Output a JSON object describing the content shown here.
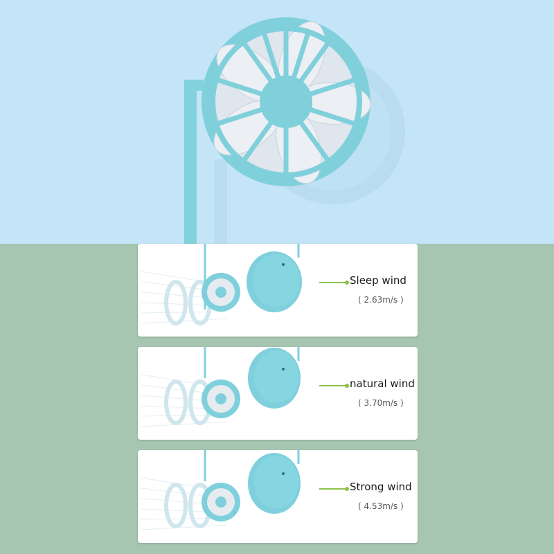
{
  "colors": {
    "sky": "#c4e4f8",
    "ground": "#a7c6b1",
    "fan_body": "#7fd0dc",
    "blade": "#e8eaee",
    "accent": "#8bc34a"
  },
  "modes": [
    {
      "label": "Sleep wind",
      "speed": "( 2.63m/s )"
    },
    {
      "label": "natural wind",
      "speed": "( 3.70m/s )"
    },
    {
      "label": "Strong wind",
      "speed": "( 4.53m/s )"
    }
  ]
}
